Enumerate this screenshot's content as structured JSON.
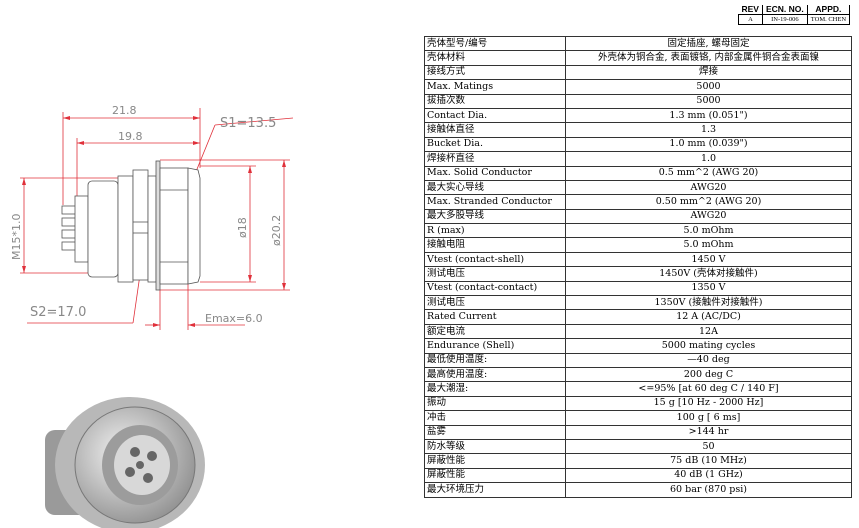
{
  "revision_block": {
    "headers": [
      "REV",
      "ECN. NO.",
      "APPD."
    ],
    "row": [
      "A",
      "IN-19-006",
      "TOM. CHEN"
    ]
  },
  "drawing": {
    "dim_overall": "21.8",
    "dim_body": "19.8",
    "s1": "S1=13.5",
    "s2": "S2=17.0",
    "thread": "M15*1.0",
    "dia_inner": "ø18",
    "dia_outer": "ø20.2",
    "emax": "Emax=6.0"
  },
  "spec_table": [
    {
      "k": "壳体型号/编号",
      "v": "固定插座, 螺母固定"
    },
    {
      "k": "壳体材料",
      "v": "外壳体为铜合金, 表面镀铬, 内部金属件铜合金表面镍"
    },
    {
      "k": "接线方式",
      "v": "焊接"
    },
    {
      "k": "Max. Matings",
      "v": "5000"
    },
    {
      "k": "拔插次数",
      "v": "5000"
    },
    {
      "k": "Contact Dia.",
      "v": "1.3 mm (0.051\")"
    },
    {
      "k": "接触体直径",
      "v": "1.3"
    },
    {
      "k": "Bucket Dia.",
      "v": "1.0 mm (0.039\")"
    },
    {
      "k": "焊接杯直径",
      "v": "1.0"
    },
    {
      "k": "Max. Solid Conductor",
      "v": "0.5 mm^2 (AWG 20)"
    },
    {
      "k": "最大实心导线",
      "v": "AWG20"
    },
    {
      "k": "Max. Stranded Conductor",
      "v": "0.50 mm^2 (AWG 20)"
    },
    {
      "k": "最大多股导线",
      "v": "AWG20"
    },
    {
      "k": "R (max)",
      "v": "5.0 mOhm"
    },
    {
      "k": "接触电阻",
      "v": "5.0 mOhm"
    },
    {
      "k": "Vtest (contact-shell)",
      "v": "1450 V"
    },
    {
      "k": "测试电压",
      "v": "1450V (壳体对接触件)"
    },
    {
      "k": "Vtest (contact-contact)",
      "v": "1350 V"
    },
    {
      "k": "测试电压",
      "v": "1350V (接触件对接触件)"
    },
    {
      "k": "Rated Current",
      "v": "12 A (AC/DC)"
    },
    {
      "k": "额定电流",
      "v": "12A"
    },
    {
      "k": "Endurance (Shell)",
      "v": "5000 mating cycles"
    },
    {
      "k": "最低使用温度:",
      "v": "—40 deg"
    },
    {
      "k": "最高使用温度:",
      "v": "200 deg C"
    },
    {
      "k": "最大潮湿:",
      "v": "<=95% [at 60 deg C / 140 F]"
    },
    {
      "k": "振动",
      "v": "15 g [10 Hz - 2000 Hz]"
    },
    {
      "k": "冲击",
      "v": "100 g [ 6 ms]"
    },
    {
      "k": "盐雾",
      "v": ">144 hr"
    },
    {
      "k": "防水等级",
      "v": "50"
    },
    {
      "k": "屏蔽性能",
      "v": "75 dB (10 MHz)"
    },
    {
      "k": "屏蔽性能",
      "v": "40 dB (1 GHz)"
    },
    {
      "k": "最大环境压力",
      "v": "60 bar (870 psi)"
    }
  ]
}
